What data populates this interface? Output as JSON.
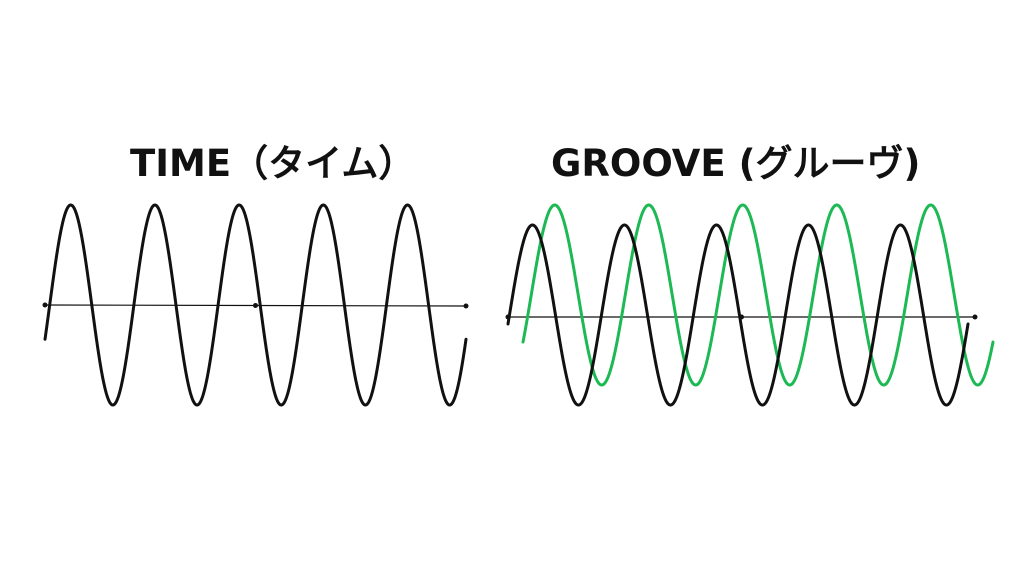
{
  "panels": [
    {
      "title": "TIME（タイム）",
      "waves": [
        {
          "color": "#111111",
          "cycles": 5
        }
      ]
    },
    {
      "title": "GROOVE (グルーヴ)",
      "waves": [
        {
          "color": "#111111",
          "cycles": 5
        },
        {
          "color": "#1db954",
          "cycles": 5
        }
      ]
    }
  ],
  "colors": {
    "background": "#ffffff",
    "wave_primary": "#111111",
    "wave_groove": "#1db954",
    "axis": "#111111"
  }
}
